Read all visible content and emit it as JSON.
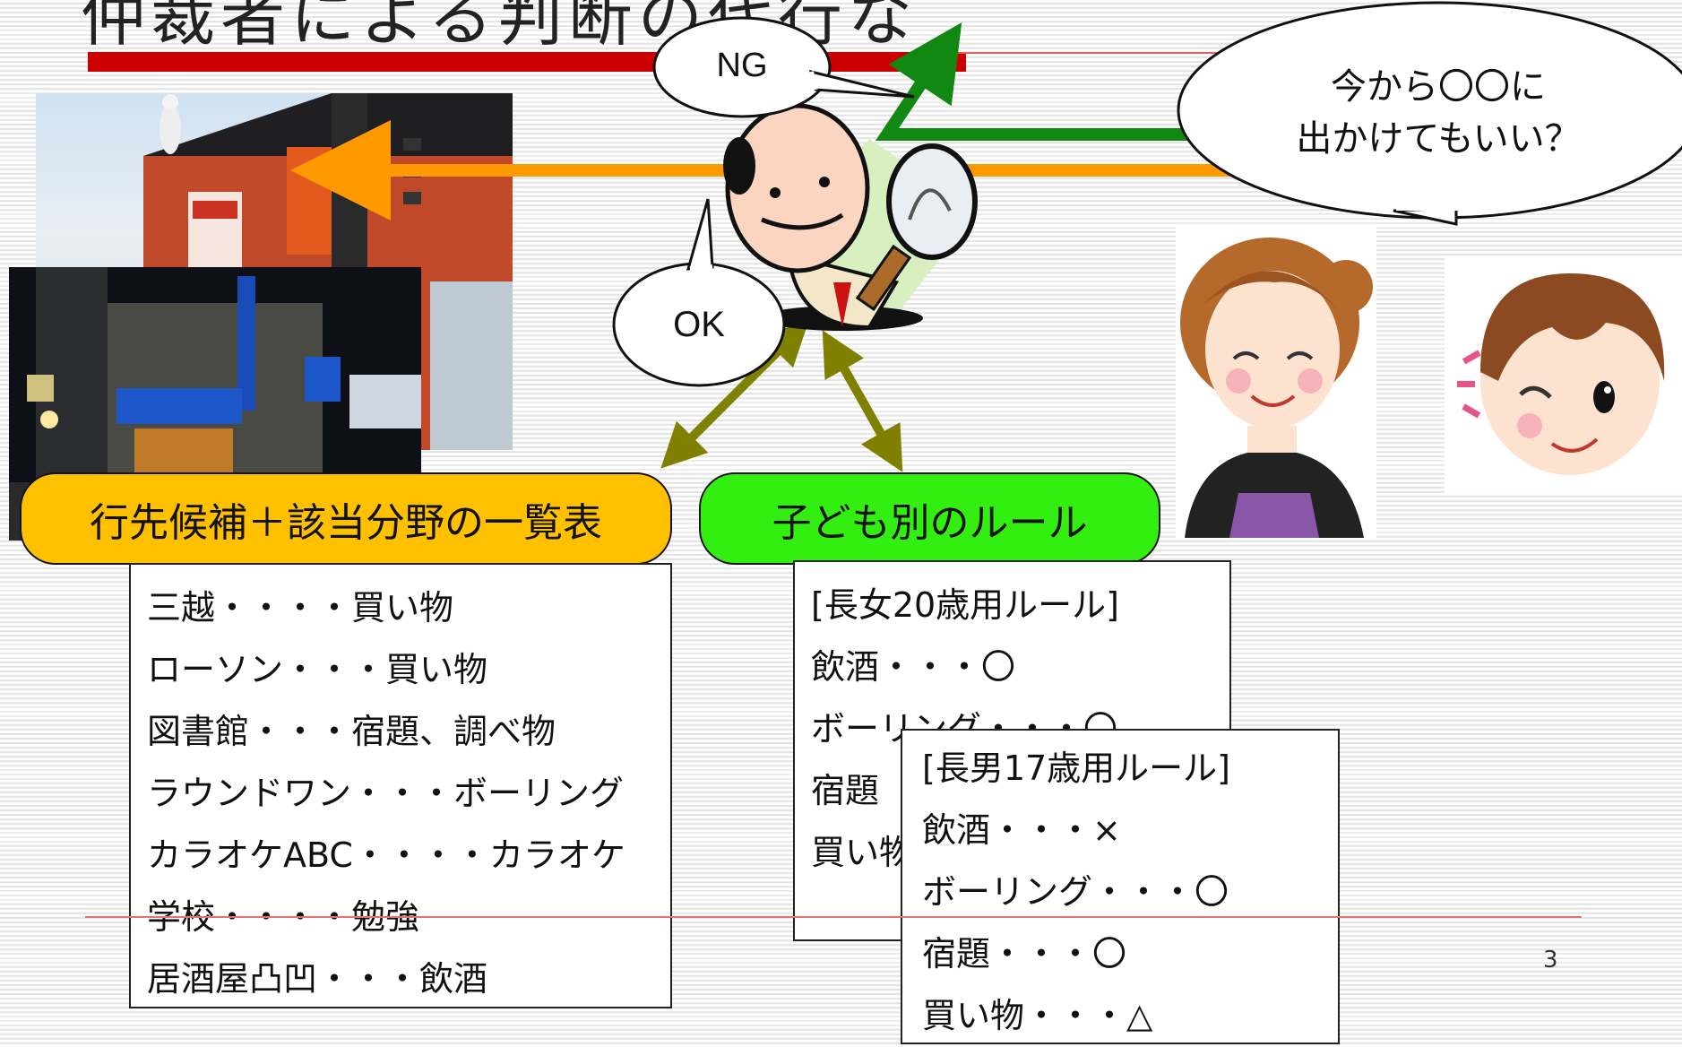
{
  "title_fragment": "仲裁者による判断の代行な",
  "bubbles": {
    "ng": "NG",
    "ok": "OK",
    "question_line1": "今から〇〇に",
    "question_line2": "出かけてもいい？"
  },
  "boxes": {
    "destination_list_label": "行先候補＋該当分野の一覧表",
    "child_rules_label": "子ども別のルール"
  },
  "destination_list": [
    "三越・・・・買い物",
    "ローソン・・・買い物",
    "図書館・・・宿題、調べ物",
    "ラウンドワン・・・ボーリング",
    "カラオケABC・・・・カラオケ",
    "学校・・・・勉強",
    "居酒屋凸凹・・・飲酒"
  ],
  "rules_eldest_daughter": {
    "title": "[長女20歳用ルール]",
    "items": [
      "飲酒・・・〇",
      "ボーリング・・・〇",
      "宿題",
      "買い物"
    ]
  },
  "rules_eldest_son": {
    "title": "[長男17歳用ルール]",
    "items": [
      "飲酒・・・×",
      "ボーリング・・・〇",
      "宿題・・・〇",
      "買い物・・・△"
    ]
  },
  "page_number": "3",
  "colors": {
    "title_bar": "#cc0000",
    "arrow_green": "#118811",
    "arrow_orange": "#ff9900",
    "arrow_olive": "#808000",
    "label_yellow": "#ffc000",
    "label_green": "#33ee11"
  }
}
